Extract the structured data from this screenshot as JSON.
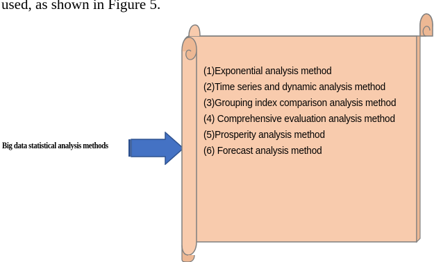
{
  "caption": {
    "text": "used, as shown in Figure 5."
  },
  "diagram": {
    "source_label": "Big data statistical analysis methods",
    "methods": [
      "(1)Exponential analysis method",
      "(2)Time series and dynamic analysis method",
      "(3)Grouping index comparison analysis method",
      "(4) Comprehensive evaluation analysis method",
      "(5)Prosperity analysis method",
      "(6) Forecast analysis method"
    ],
    "colors": {
      "scroll_fill": "#F8CBAD",
      "scroll_outline": "#7F7F7F",
      "arrow_fill": "#4472C4",
      "arrow_outline": "#2F528F"
    }
  }
}
